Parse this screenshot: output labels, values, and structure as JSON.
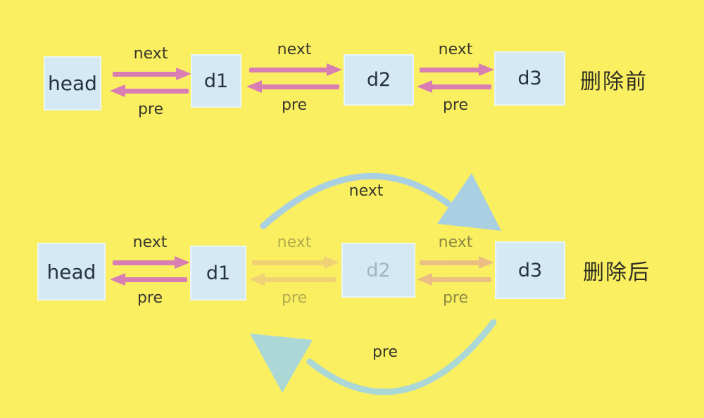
{
  "colors": {
    "background": "#f9ef61",
    "node_fill": "#d5e9f5",
    "node_border": "#e9f4fb",
    "node_text": "#253240",
    "faded_node_text": "#9fb6c6",
    "label_text": "#39382c",
    "caption_text": "#2d2c23",
    "arrow_pink": "#d97eb3",
    "curve_top": "#a9cfe2",
    "curve_bottom": "#abd8d7"
  },
  "rows": [
    {
      "caption": "删除前",
      "nodes": [
        {
          "label": "head"
        },
        {
          "label": "d1"
        },
        {
          "label": "d2"
        },
        {
          "label": "d3"
        }
      ],
      "connectors": [
        {
          "top": "next",
          "bottom": "pre"
        },
        {
          "top": "next",
          "bottom": "pre"
        },
        {
          "top": "next",
          "bottom": "pre"
        }
      ]
    },
    {
      "caption": "删除后",
      "nodes": [
        {
          "label": "head"
        },
        {
          "label": "d1"
        },
        {
          "label": "d2"
        },
        {
          "label": "d3"
        }
      ],
      "connectors": [
        {
          "top": "next",
          "bottom": "pre"
        },
        {
          "top": "next",
          "bottom": "pre"
        },
        {
          "top": "next",
          "bottom": "pre"
        }
      ],
      "curve": {
        "top_label": "next",
        "bottom_label": "pre"
      }
    }
  ]
}
